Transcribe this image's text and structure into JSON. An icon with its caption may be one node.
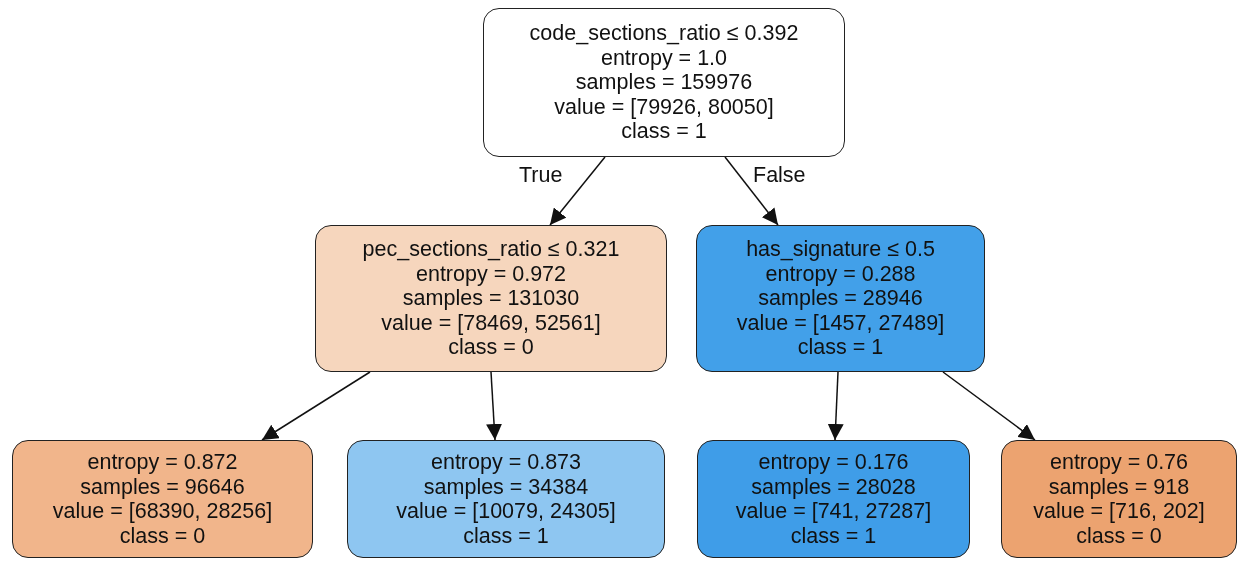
{
  "diagram": {
    "nodes": [
      {
        "text": [
          "code_sections_ratio ≤ 0.392",
          "entropy = 1.0",
          "samples = 159976",
          "value = [79926, 80050]",
          "class = 1"
        ]
      },
      {
        "text": [
          "pec_sections_ratio ≤ 0.321",
          "entropy = 0.972",
          "samples = 131030",
          "value = [78469, 52561]",
          "class = 0"
        ]
      },
      {
        "text": [
          "has_signature ≤ 0.5",
          "entropy = 0.288",
          "samples = 28946",
          "value = [1457, 27489]",
          "class = 1"
        ]
      },
      {
        "text": [
          "entropy = 0.872",
          "samples = 96646",
          "value = [68390, 28256]",
          "class = 0"
        ]
      },
      {
        "text": [
          "entropy = 0.873",
          "samples = 34384",
          "value = [10079, 24305]",
          "class = 1"
        ]
      },
      {
        "text": [
          "entropy = 0.176",
          "samples = 28028",
          "value = [741, 27287]",
          "class = 1"
        ]
      },
      {
        "text": [
          "entropy = 0.76",
          "samples = 918",
          "value = [716, 202]",
          "class = 0"
        ]
      }
    ],
    "edges": [
      {
        "from": 0,
        "to": 1,
        "arrow": "to",
        "label": "True"
      },
      {
        "from": 0,
        "to": 2,
        "arrow": "to",
        "label": "False"
      },
      {
        "from": 1,
        "to": 3,
        "arrow": "to"
      },
      {
        "from": 1,
        "to": 4,
        "arrow": "to"
      },
      {
        "from": 2,
        "to": 5,
        "arrow": "to"
      },
      {
        "from": 2,
        "to": 6,
        "arrow": "to"
      }
    ]
  }
}
